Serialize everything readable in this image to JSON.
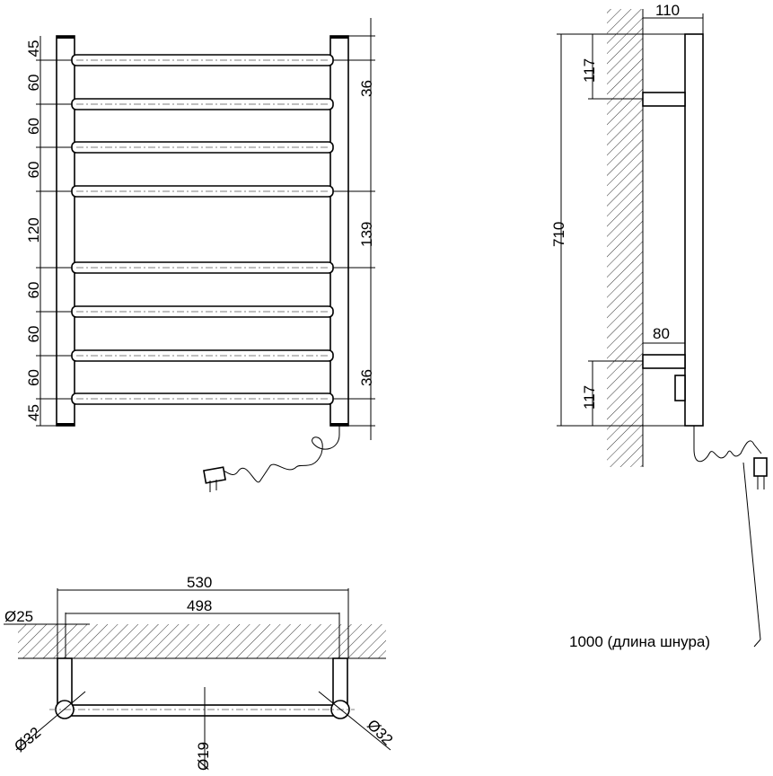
{
  "front_view": {
    "left_dims": [
      "45",
      "60",
      "60",
      "60",
      "120",
      "60",
      "60",
      "60",
      "45"
    ],
    "right_dims": [
      "36",
      "139",
      "36"
    ]
  },
  "side_view": {
    "width": "110",
    "top_offset": "117",
    "height": "710",
    "bracket_depth": "80",
    "bottom_offset": "117",
    "cord_label": "1000 (длина шнура)"
  },
  "top_view": {
    "overall_width": "530",
    "axis_width": "498",
    "wall_tube_diameter": "Ø25",
    "post_diameter_left": "Ø32",
    "rail_diameter": "Ø19",
    "post_diameter_right": "Ø32"
  },
  "colors": {
    "line": "#000000",
    "background": "#ffffff"
  }
}
